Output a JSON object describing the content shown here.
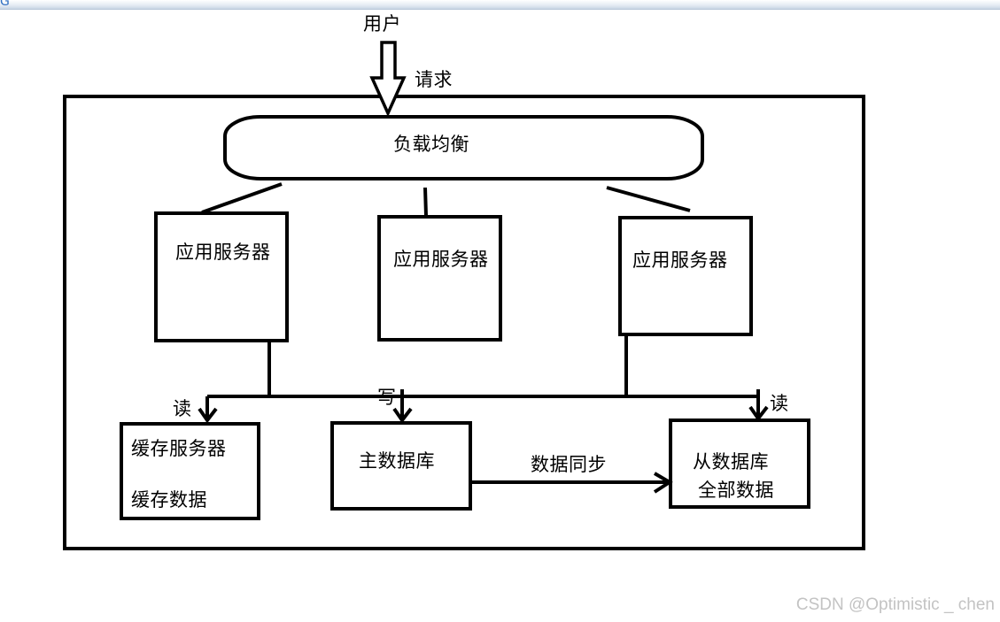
{
  "window": {
    "glyph": "G"
  },
  "diagram": {
    "user": "用户",
    "request": "请求",
    "load_balancer": "负载均衡",
    "app_servers": [
      "应用服务器",
      "应用服务器",
      "应用服务器"
    ],
    "read_left": "读",
    "write": "写",
    "read_right": "读",
    "cache_server": {
      "title": "缓存服务器",
      "content": "缓存数据"
    },
    "master_db": "主数据库",
    "sync": "数据同步",
    "slave_db": {
      "line1": "从数据库",
      "line2": "全部数据"
    }
  },
  "watermark": "CSDN @Optimistic _ chen"
}
